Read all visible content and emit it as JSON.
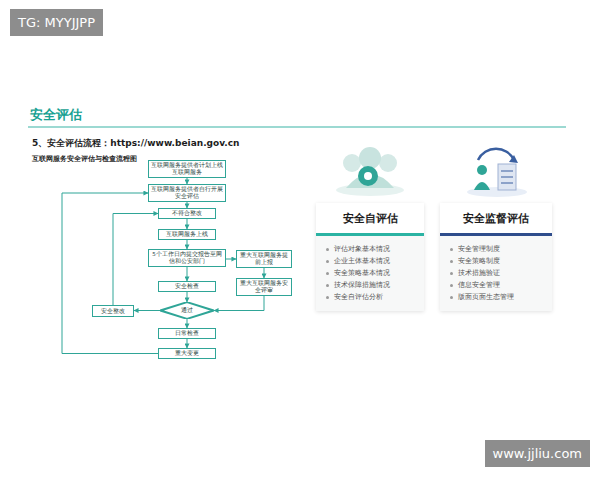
{
  "diagram": {
    "title": "安全评估",
    "nodes": [
      {
        "text": [
          "互联网服务提供者计划上线互联网服务"
        ]
      },
      {
        "text": [
          "互联网服务提供者自行开展安全评估"
        ]
      },
      {
        "text": [
          "不符合整改"
        ]
      },
      {
        "text": [
          "互联网服务上线"
        ]
      },
      {
        "text": [
          "5个工作日内提交报告至网信和公安部门"
        ]
      },
      {
        "text": [
          "安全检查"
        ]
      },
      {
        "text": [
          "重大互联网服务提前上报"
        ]
      },
      {
        "text": [
          "重大互联网服务安全评审"
        ]
      },
      {
        "text": [
          "通过"
        ]
      },
      {
        "text": [
          "安全整改"
        ]
      },
      {
        "text": [
          "日常检查"
        ]
      },
      {
        "text": [
          "重大变更"
        ]
      },
      {
        "text": [
          "安全自评估",
          "评估对象基本情况",
          "企业主体基本情况",
          "安全策略基本情况",
          "技术保障措施情况",
          "安全自评估分析"
        ]
      },
      {
        "text": [
          "安全监督评估",
          "安全管理制度",
          "安全策略制度",
          "技术措施验证",
          "信息安全管理",
          "版面页面生态管理"
        ]
      }
    ],
    "edges": [
      {
        "from": 0,
        "to": 1,
        "arrow": "to"
      },
      {
        "from": 1,
        "to": 2,
        "arrow": "to"
      },
      {
        "from": 2,
        "to": 3,
        "arrow": "to"
      },
      {
        "from": 3,
        "to": 4,
        "arrow": "to"
      },
      {
        "from": 4,
        "to": 5,
        "arrow": "to"
      },
      {
        "from": 4,
        "to": 6,
        "arrow": "to"
      },
      {
        "from": 6,
        "to": 7,
        "arrow": "to"
      },
      {
        "from": 5,
        "to": 8,
        "arrow": "to"
      },
      {
        "from": 7,
        "to": 8,
        "arrow": "to"
      },
      {
        "from": 8,
        "to": 9,
        "arrow": "to"
      },
      {
        "from": 8,
        "to": 10,
        "arrow": "to"
      },
      {
        "from": 10,
        "to": 11,
        "arrow": "to"
      },
      {
        "from": 9,
        "to": 2,
        "arrow": "to"
      },
      {
        "from": 11,
        "to": 1,
        "arrow": "to"
      }
    ],
    "labels": [
      "TG: MYYJJPP",
      "5、安全评估流程：https://www.beian.gov.cn",
      "互联网服务安全评估与检查流程图",
      "www.jjliu.com"
    ]
  }
}
